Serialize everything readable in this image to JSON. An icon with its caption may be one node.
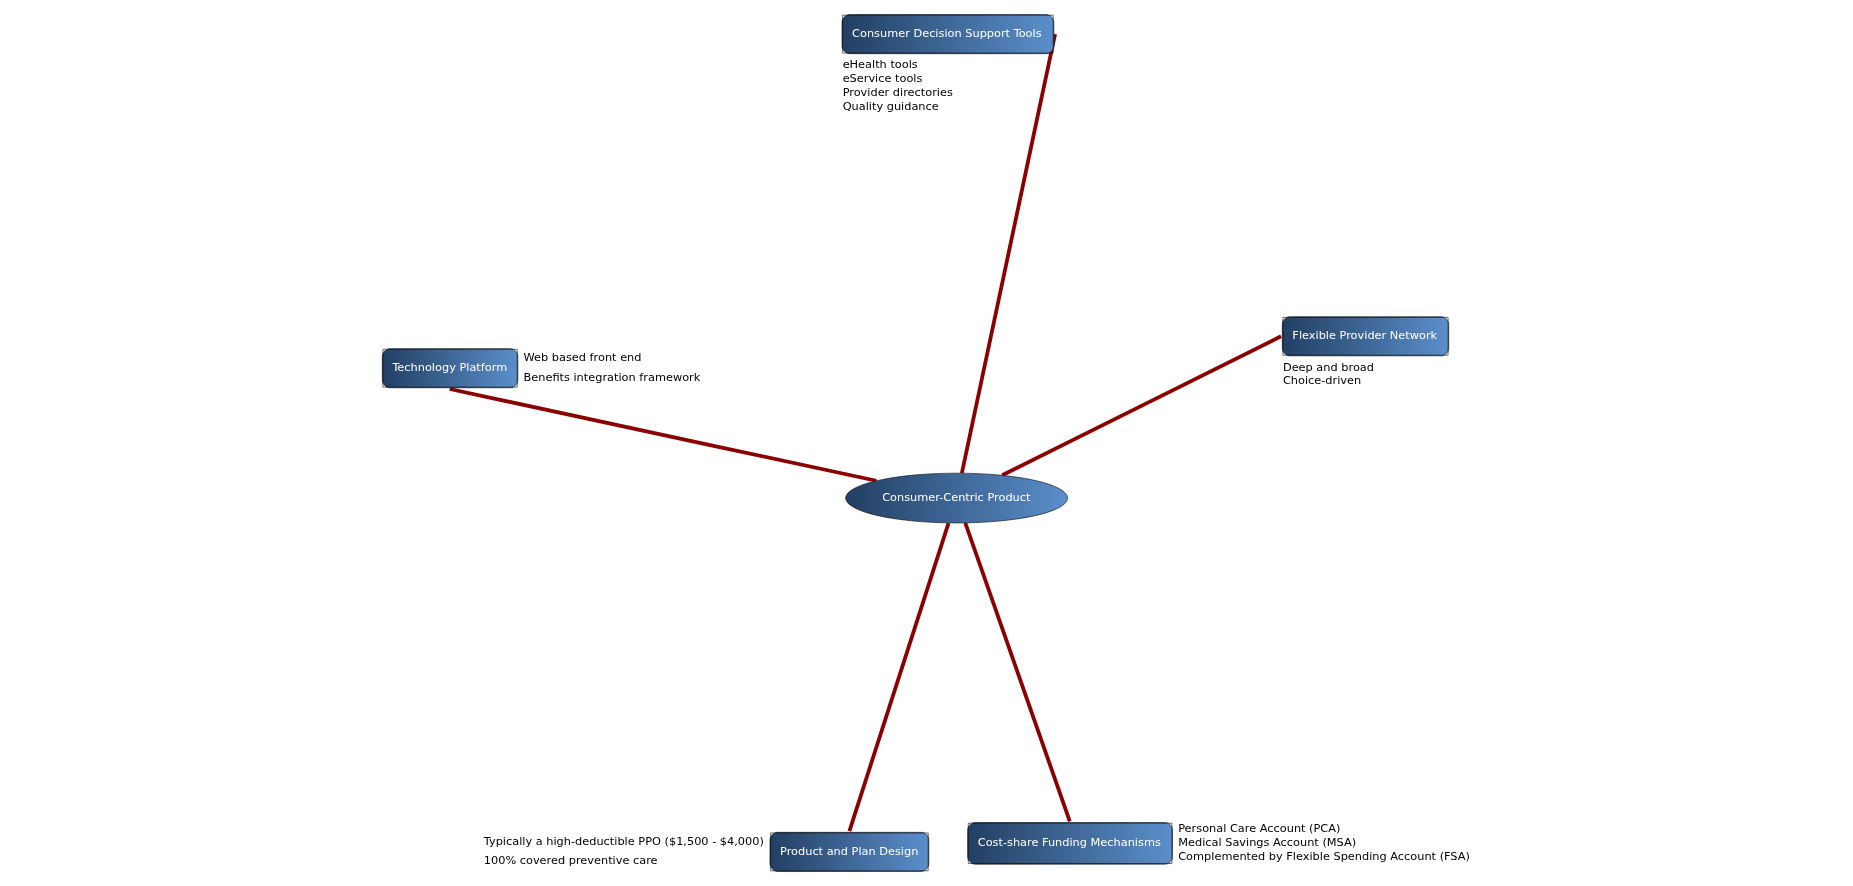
{
  "diagram": {
    "nodes": [
      {
        "text": [
          "Product and Plan Design"
        ],
        "beside": [
          "Typically a high-deductible PPO ($1,500 - $4,000)",
          "100% covered preventive care"
        ]
      },
      {
        "text": [
          "Cost-share Funding Mechanisms"
        ],
        "beside": [
          "Personal Care Account (PCA)",
          "Medical Savings Account (MSA)",
          "Complemented by Flexible Spending Account (FSA)"
        ]
      },
      {
        "text": [
          "Consumer-Centric Product"
        ]
      },
      {
        "text": [
          "Consumer Decision Support Tools"
        ],
        "beside": [
          "eHealth tools",
          "eService tools",
          "Provider directories",
          "Quality guidance"
        ]
      },
      {
        "text": [
          "Flexible Provider Network"
        ],
        "beside": [
          "Deep and broad",
          "Choice-driven"
        ]
      },
      {
        "text": [
          "Technology Platform"
        ],
        "beside": [
          "Web based front end",
          "Benefits integration framework"
        ]
      }
    ],
    "edges": [
      {
        "from": 2,
        "to": 0,
        "arrow": "none"
      },
      {
        "from": 2,
        "to": 1,
        "arrow": "none"
      },
      {
        "from": 2,
        "to": 3,
        "arrow": "none"
      },
      {
        "from": 2,
        "to": 4,
        "arrow": "none"
      },
      {
        "from": 2,
        "to": 5,
        "arrow": "none"
      }
    ]
  }
}
